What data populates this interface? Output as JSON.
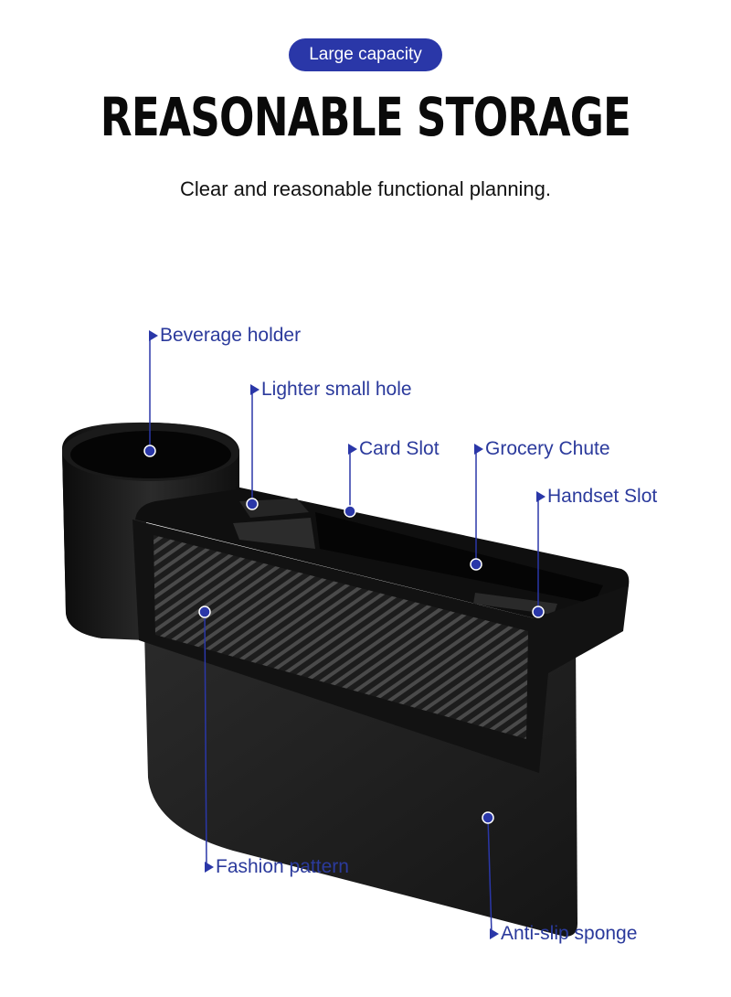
{
  "badge": "Large capacity",
  "headline": "REASONABLE STORAGE",
  "subtitle": "Clear and reasonable functional planning.",
  "colors": {
    "accent": "#2a37a8",
    "callout_text": "#2b3a9c",
    "body_dark": "#141414",
    "carbon_light": "#4a4a4a",
    "carbon_dark": "#1c1c1c"
  },
  "callouts": [
    {
      "id": "beverage-holder",
      "label": "Beverage holder"
    },
    {
      "id": "lighter-small-hole",
      "label": "Lighter small hole"
    },
    {
      "id": "card-slot",
      "label": "Card Slot"
    },
    {
      "id": "grocery-chute",
      "label": "Grocery Chute"
    },
    {
      "id": "handset-slot",
      "label": "Handset Slot"
    },
    {
      "id": "fashion-pattern",
      "label": "Fashion pattern"
    },
    {
      "id": "anti-slip-sponge",
      "label": "Anti-slip sponge"
    }
  ]
}
